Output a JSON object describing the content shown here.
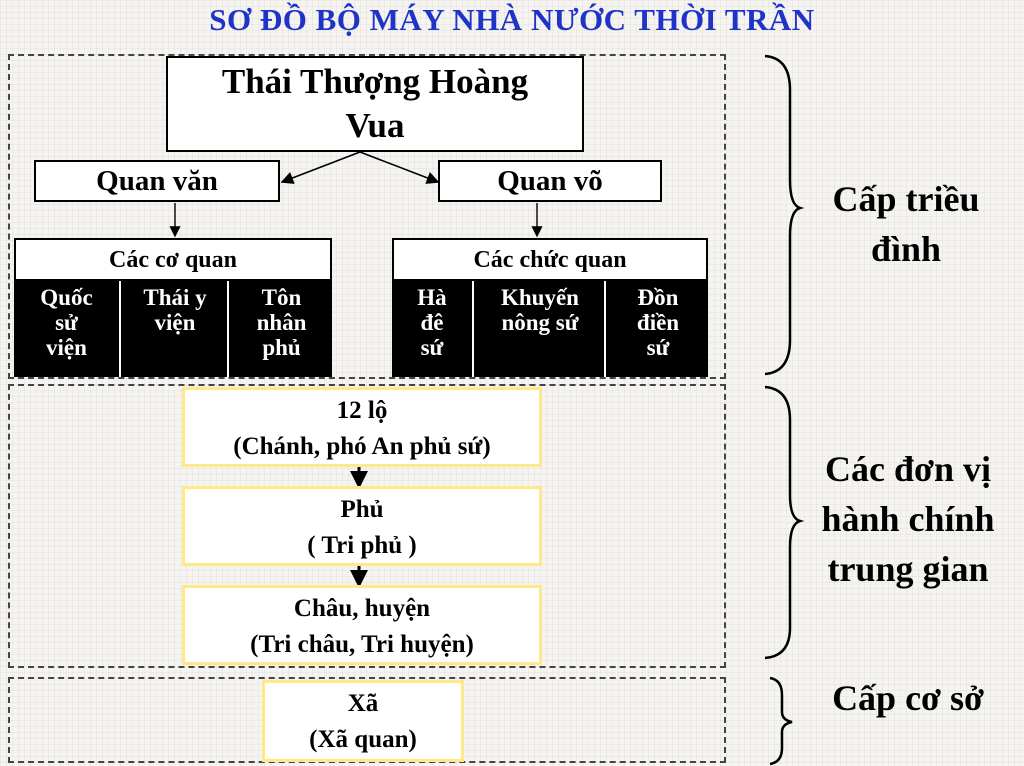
{
  "title": "SƠ ĐỒ BỘ MÁY NHÀ NƯỚC THỜI TRẦN",
  "top_box": {
    "line1": "Thái Thượng Hoàng",
    "line2": "Vua"
  },
  "quan_van": "Quan văn",
  "quan_vo": "Quan võ",
  "co_quan": {
    "header": "Các cơ quan",
    "items": [
      {
        "l1": "Quốc",
        "l2": "sử",
        "l3": "viện"
      },
      {
        "l1": "Thái y",
        "l2": "viện",
        "l3": ""
      },
      {
        "l1": "Tôn",
        "l2": "nhân",
        "l3": "phủ"
      }
    ]
  },
  "chuc_quan": {
    "header": "Các chức quan",
    "items": [
      {
        "l1": "Hà",
        "l2": "đê",
        "l3": "sứ"
      },
      {
        "l1": "Khuyến",
        "l2": "nông sứ",
        "l3": ""
      },
      {
        "l1": "Đồn",
        "l2": "điền",
        "l3": "sứ"
      }
    ]
  },
  "lo": {
    "line1": "12 lộ",
    "line2": "(Chánh, phó An phủ sứ)"
  },
  "phu": {
    "line1": "Phủ",
    "line2": "( Tri phủ )"
  },
  "chau": {
    "line1": "Châu, huyện",
    "line2": "(Tri châu, Tri huyện)"
  },
  "xa": {
    "line1": "Xã",
    "line2": "(Xã quan)"
  },
  "levels": {
    "trieu_dinh": {
      "l1": "Cấp triều",
      "l2": "đình"
    },
    "trung_gian": {
      "l1": "Các đơn vị",
      "l2": "hành chính",
      "l3": "trung gian"
    },
    "co_so": "Cấp cơ sở"
  }
}
